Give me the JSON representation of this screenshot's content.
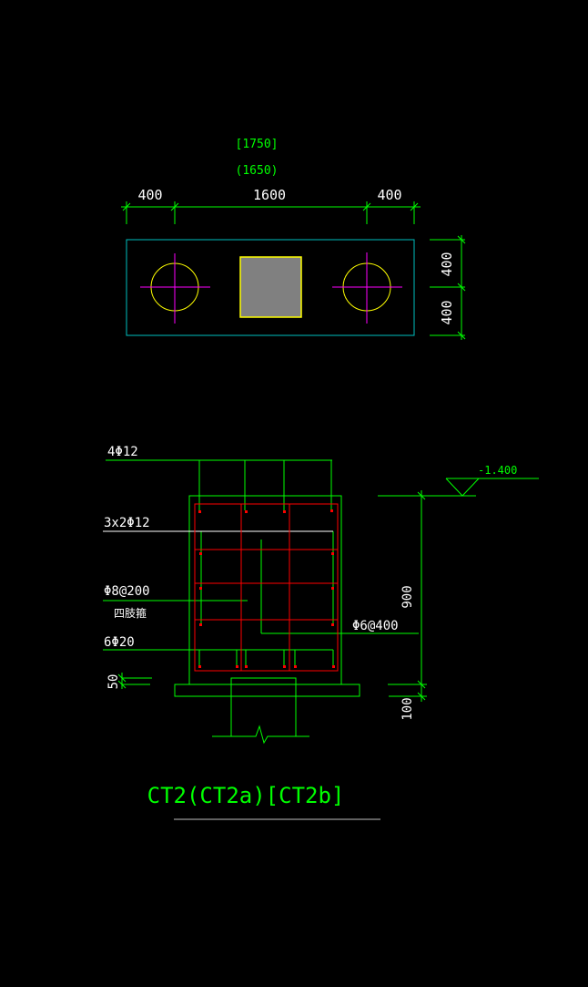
{
  "plan": {
    "label_bracket": "[1750]",
    "label_paren": "(1650)",
    "dims_top": [
      "400",
      "1600",
      "400"
    ],
    "dims_right": [
      "400",
      "400"
    ]
  },
  "section": {
    "top_bars": "4Φ12",
    "side_bars": "3x2Φ12",
    "stirrup": "Φ8@200",
    "stirrup_note": "四肢箍",
    "bottom_bars": "6Φ20",
    "tie": "Φ6@400",
    "elevation": "-1.400",
    "dim_height": "900",
    "dim_pad": "100",
    "dim_cover": "50"
  },
  "title": "CT2(CT2a)[CT2b]",
  "colors": {
    "green": "#00ff00",
    "red": "#ff0000",
    "cyan": "#00c0c0",
    "yellow": "#ffff00",
    "magenta": "#ff00ff",
    "gray": "#808080",
    "white": "#ffffff"
  }
}
